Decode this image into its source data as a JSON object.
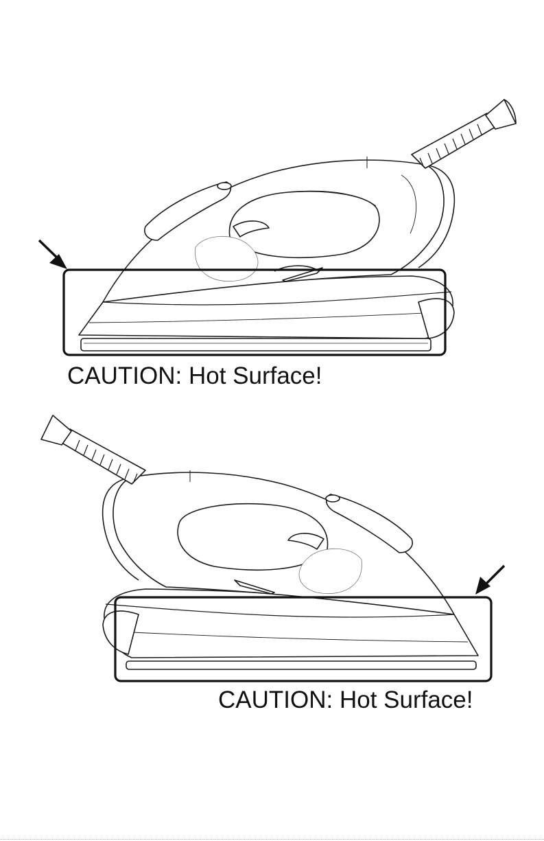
{
  "figures": [
    {
      "caption": "CAUTION: Hot Surface!",
      "orientation": "point-left"
    },
    {
      "caption": "CAUTION: Hot Surface!",
      "orientation": "point-right"
    }
  ],
  "colors": {
    "line": "#1a1a1a",
    "background": "#ffffff"
  }
}
